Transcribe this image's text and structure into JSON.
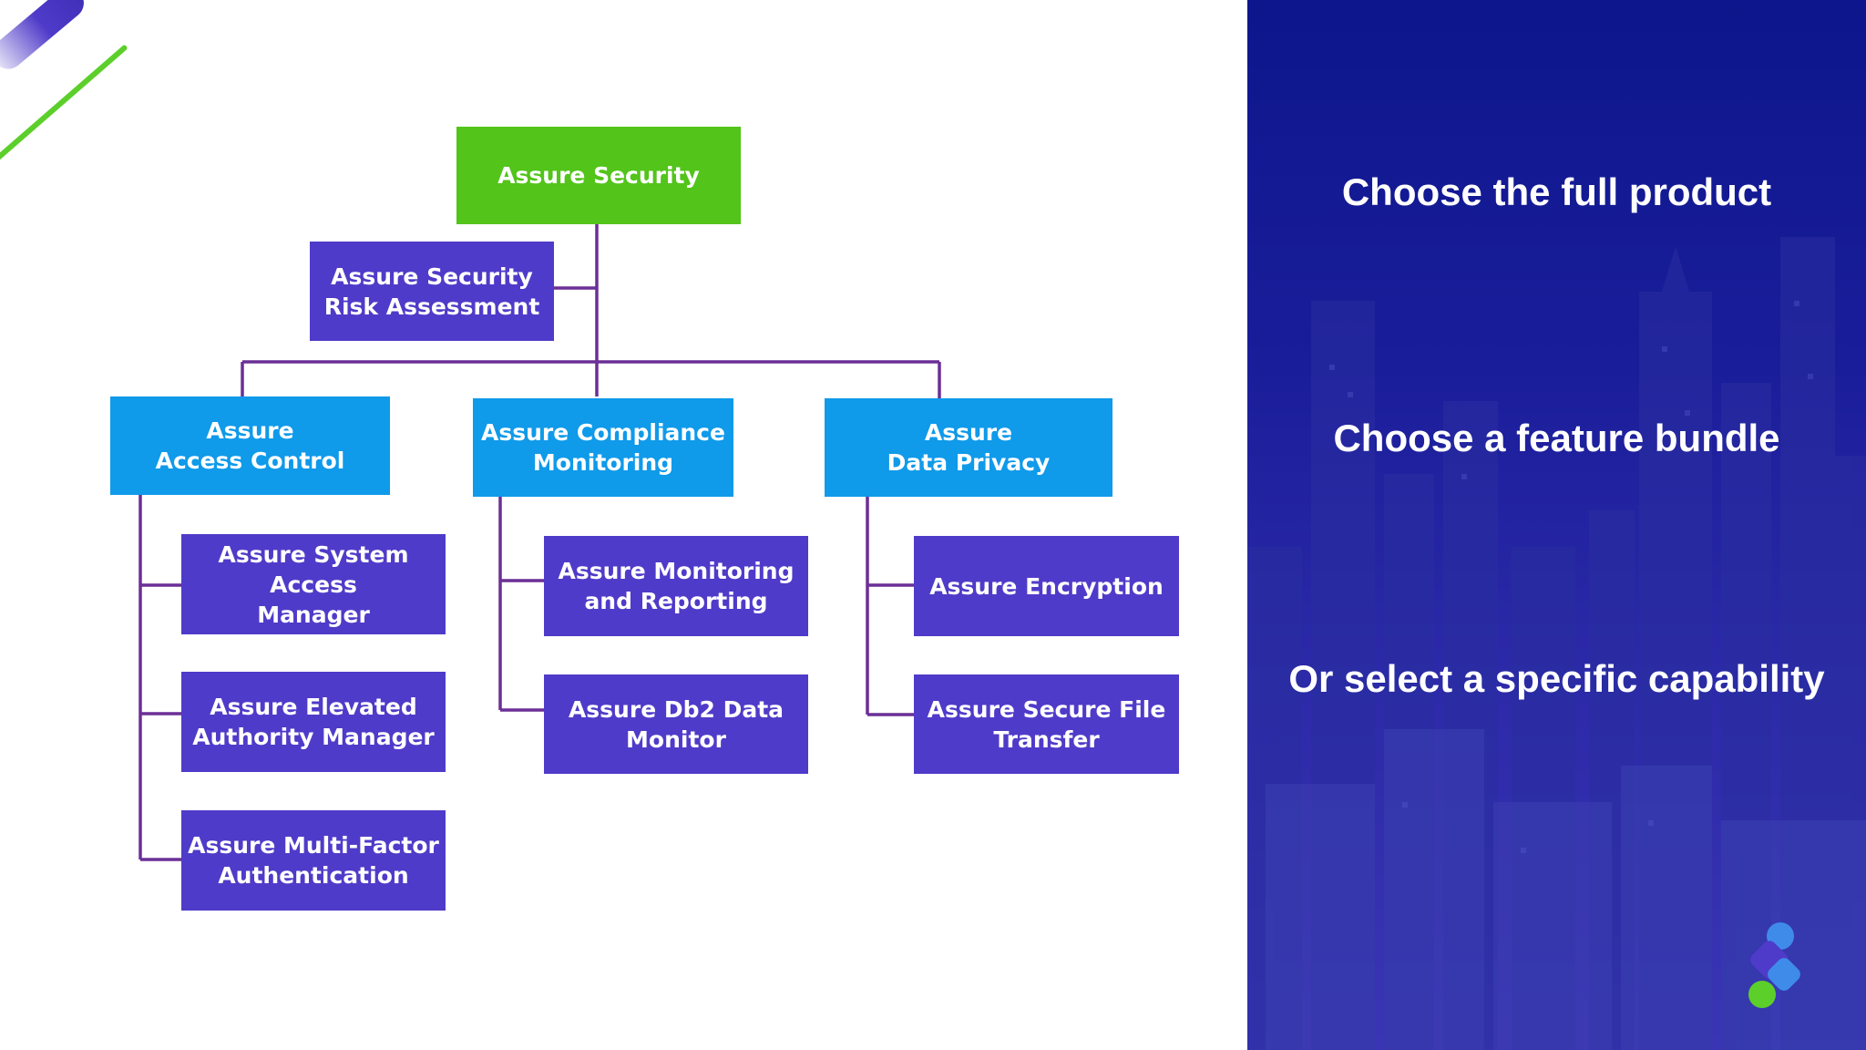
{
  "diagram": {
    "root": {
      "label": "Assure Security"
    },
    "side": {
      "label": "Assure Security\nRisk Assessment"
    },
    "branches": [
      {
        "label": "Assure\nAccess Control",
        "children": [
          "Assure System Access\nManager",
          "Assure Elevated\nAuthority Manager",
          "Assure Multi-Factor\nAuthentication"
        ]
      },
      {
        "label": "Assure Compliance\nMonitoring",
        "children": [
          "Assure Monitoring\nand Reporting",
          "Assure Db2 Data\nMonitor"
        ]
      },
      {
        "label": "Assure\nData Privacy",
        "children": [
          "Assure Encryption",
          "Assure Secure File\nTransfer"
        ]
      }
    ]
  },
  "panel": {
    "options": [
      "Choose the full product",
      "Choose a feature bundle",
      "Or select a specific capability"
    ]
  },
  "colors": {
    "root": "#52c41a",
    "branch": "#0f9aea",
    "leaf": "#4f3bc9",
    "connector": "#6b2f96",
    "panel_bg": "#0d168c"
  },
  "icons": [
    "brand-logo-icon"
  ]
}
